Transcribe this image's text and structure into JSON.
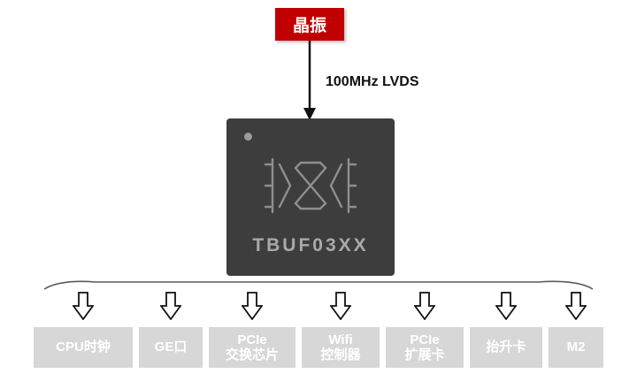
{
  "oscillator": {
    "label": "晶振"
  },
  "signal": {
    "label": "100MHz LVDS"
  },
  "chip": {
    "label": "TBUF03XX"
  },
  "colors": {
    "accent_red": "#c00000",
    "chip_bg": "#3d3d3d",
    "box_gray": "#d7d7d7"
  },
  "outputs": [
    {
      "label": "CPU时钟"
    },
    {
      "label": "GE口"
    },
    {
      "label": "PCIe\n交换芯片"
    },
    {
      "label": "Wifi\n控制器"
    },
    {
      "label": "PCIe\n扩展卡"
    },
    {
      "label": "抬升卡"
    },
    {
      "label": "M2"
    }
  ]
}
